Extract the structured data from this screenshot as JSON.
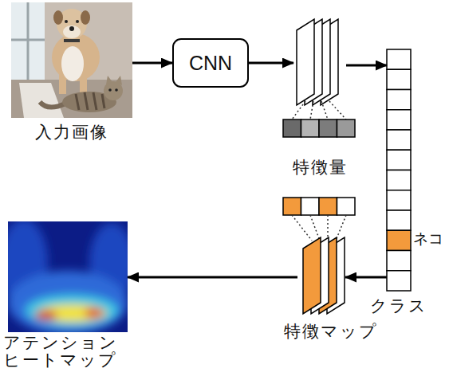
{
  "diagram": {
    "nodes": [
      {
        "text": [
          "入力画像"
        ]
      },
      {
        "text": [
          "CNN"
        ]
      },
      {
        "text": [
          "特徴量"
        ]
      },
      {
        "text": [
          "ネコ",
          "クラス"
        ]
      },
      {
        "text": [
          "特徴マップ"
        ]
      },
      {
        "text": [
          "アテンション ヒートマップ"
        ]
      }
    ],
    "edges": [
      {
        "from": 0,
        "to": 1,
        "arrow": "to"
      },
      {
        "from": 1,
        "to": 2,
        "arrow": "to"
      },
      {
        "from": 2,
        "to": 3,
        "arrow": "to"
      },
      {
        "from": 3,
        "to": 4,
        "arrow": "to"
      },
      {
        "from": 4,
        "to": 5,
        "arrow": "to"
      }
    ]
  }
}
